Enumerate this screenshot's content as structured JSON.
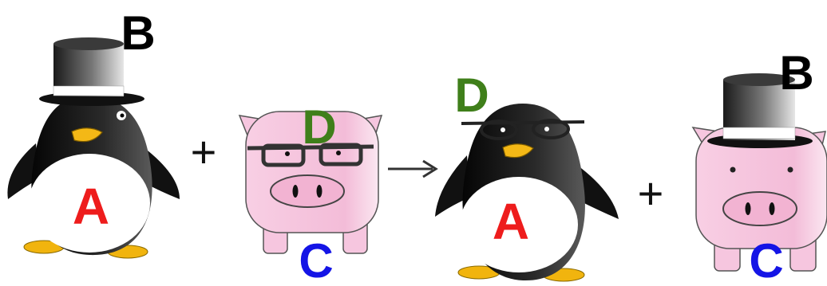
{
  "colors": {
    "label_a": "#ee1c1c",
    "label_b": "#000000",
    "label_c": "#1414e6",
    "label_d": "#3f7f1a",
    "pig_pink": "#f6c6df",
    "penguin_black": "#1a1a1a",
    "beak_orange": "#f3b414"
  },
  "operators": {
    "plus": "+",
    "arrow": "→"
  },
  "reactants": {
    "penguin": {
      "body_label": "A",
      "hat_label": "B",
      "icon": "penguin-with-top-hat"
    },
    "pig": {
      "body_label": "C",
      "glasses_label": "D",
      "icon": "pig-with-glasses"
    }
  },
  "products": {
    "penguin": {
      "body_label": "A",
      "glasses_label": "D",
      "icon": "penguin-with-glasses"
    },
    "pig": {
      "body_label": "C",
      "hat_label": "B",
      "icon": "pig-with-top-hat"
    }
  }
}
